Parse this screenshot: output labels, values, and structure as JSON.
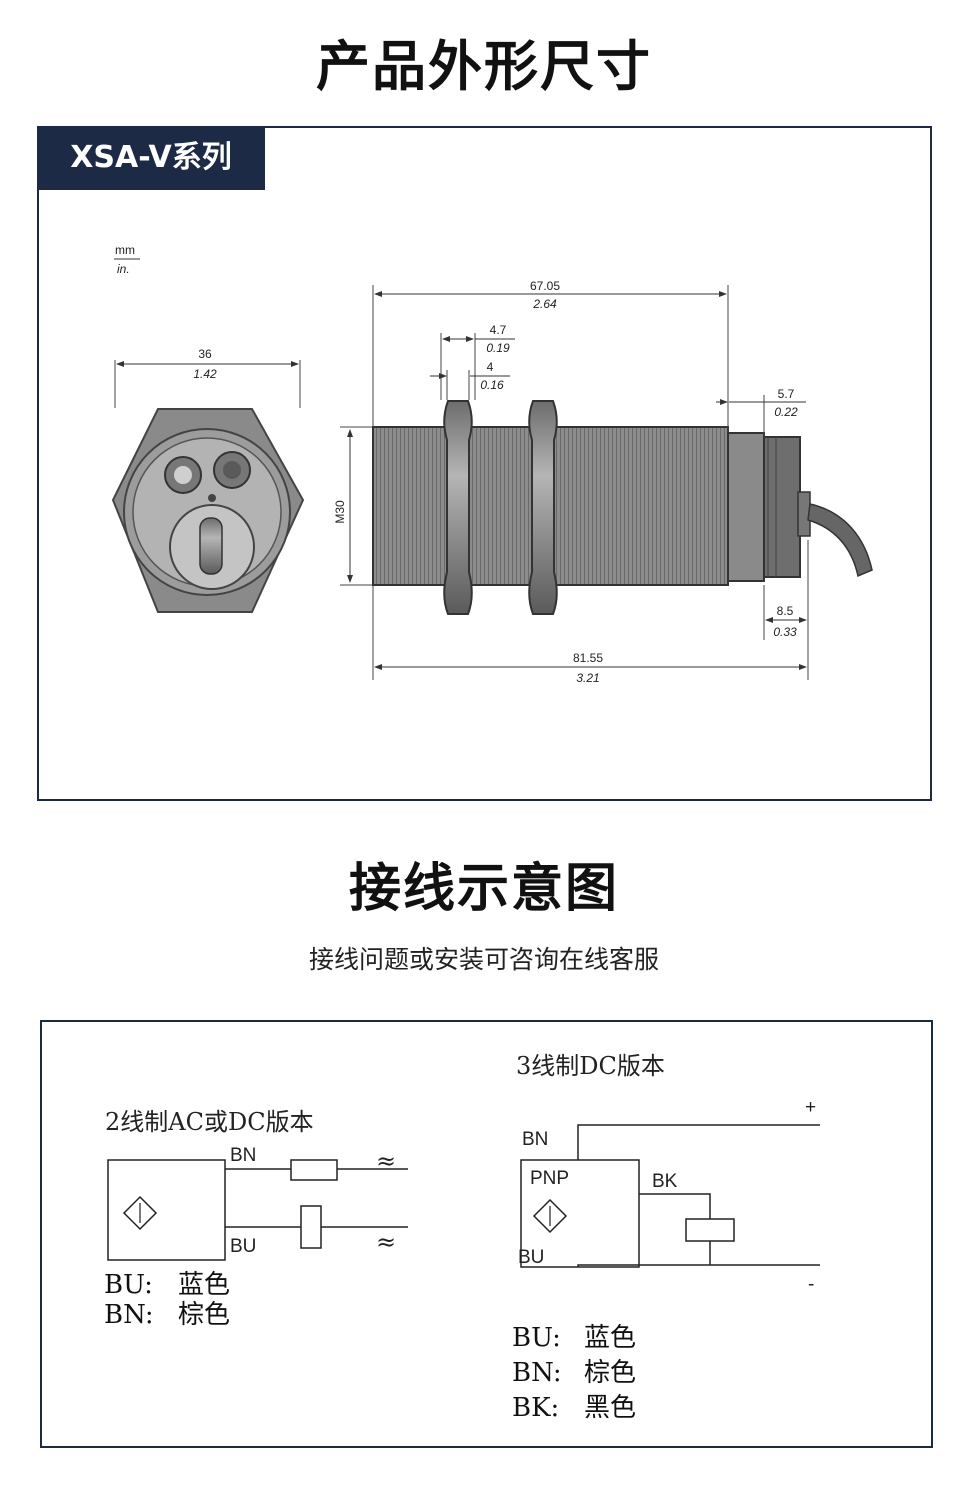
{
  "headings": {
    "dimensions": "产品外形尺寸",
    "wiring": "接线示意图",
    "wiring_note": "接线问题或安装可咨询在线客服"
  },
  "series_tag": "XSA-V系列",
  "units": {
    "primary": "mm",
    "secondary": "in."
  },
  "dimensions": {
    "face_width": {
      "mm": "36",
      "in": "1.42"
    },
    "body_length": {
      "mm": "67.05",
      "in": "2.64"
    },
    "nut_pitch": {
      "mm": "4.7",
      "in": "0.19"
    },
    "nut_width": {
      "mm": "4",
      "in": "0.16"
    },
    "cap_length": {
      "mm": "5.7",
      "in": "0.22"
    },
    "thread": "M30",
    "cable_offset": {
      "mm": "8.5",
      "in": "0.33"
    },
    "total_length": {
      "mm": "81.55",
      "in": "3.21"
    }
  },
  "wiring_2": {
    "title": "2线制AC或DC版本",
    "wire_top": "BN",
    "wire_bottom": "BU",
    "supply_symbol": "≈",
    "legend": [
      {
        "code": "BU:",
        "color": "蓝色"
      },
      {
        "code": "BN:",
        "color": "棕色"
      }
    ]
  },
  "wiring_3": {
    "title": "3线制DC版本",
    "type_label": "PNP",
    "wire_top": "BN",
    "wire_out": "BK",
    "wire_bottom": "BU",
    "plus": "+",
    "minus": "-",
    "legend": [
      {
        "code": "BU:",
        "color": "蓝色"
      },
      {
        "code": "BN:",
        "color": "棕色"
      },
      {
        "code": "BK:",
        "color": "黑色"
      }
    ]
  },
  "colors": {
    "navy": "#1c2a45"
  }
}
